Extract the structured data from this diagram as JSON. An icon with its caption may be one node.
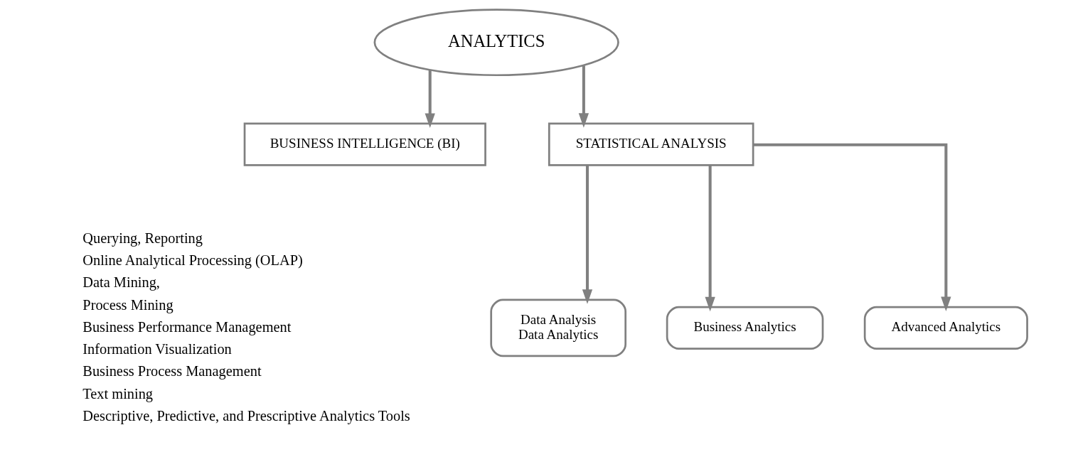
{
  "diagram": {
    "nodes": [
      {
        "text": [
          "ANALYTICS"
        ]
      },
      {
        "text": [
          "BUSINESS INTELLIGENCE (BI)"
        ]
      },
      {
        "text": [
          "STATISTICAL ANALYSIS"
        ]
      },
      {
        "text": [
          "Data Analysis",
          "Data Analytics"
        ]
      },
      {
        "text": [
          "Business Analytics"
        ]
      },
      {
        "text": [
          "Advanced Analytics"
        ]
      }
    ],
    "edges": [
      {
        "from": 0,
        "to": 1,
        "arrow": "to"
      },
      {
        "from": 0,
        "to": 2,
        "arrow": "to"
      },
      {
        "from": 2,
        "to": 3,
        "arrow": "to"
      },
      {
        "from": 2,
        "to": 4,
        "arrow": "to"
      },
      {
        "from": 2,
        "to": 5,
        "arrow": "to"
      }
    ],
    "labels": [
      "Querying, Reporting",
      "Online Analytical Processing (OLAP)",
      "Data Mining,",
      "Process Mining",
      "Business Performance Management",
      "Information Visualization",
      "Business Process Management",
      "Text mining",
      "Descriptive, Predictive, and Prescriptive Analytics Tools"
    ]
  }
}
